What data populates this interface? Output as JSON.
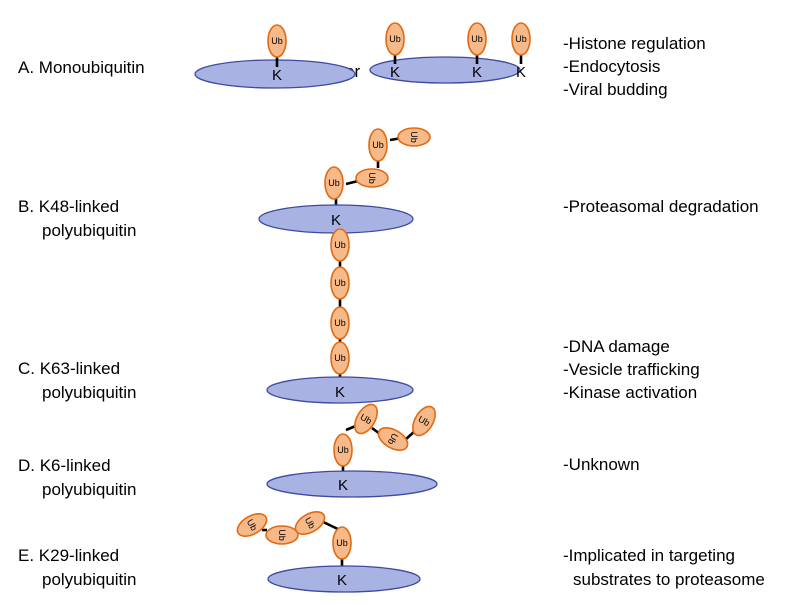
{
  "ub_label": "Ub",
  "k_label": "K",
  "or_label": "or",
  "sections": [
    {
      "id": "A",
      "title": "A. Monoubiquitin",
      "subtitle": "",
      "functions": [
        "-Histone regulation",
        "-Endocytosis",
        "-Viral budding"
      ]
    },
    {
      "id": "B",
      "title": "B. K48-linked",
      "subtitle": "polyubiquitin",
      "functions": [
        "-Proteasomal degradation"
      ]
    },
    {
      "id": "C",
      "title": "C. K63-linked",
      "subtitle": "polyubiquitin",
      "functions": [
        "-DNA damage",
        "-Vesicle trafficking",
        "-Kinase activation"
      ]
    },
    {
      "id": "D",
      "title": "D. K6-linked",
      "subtitle": "polyubiquitin",
      "functions": [
        "-Unknown"
      ]
    },
    {
      "id": "E",
      "title": "E. K29-linked",
      "subtitle": "polyubiquitin",
      "functions": [
        "-Implicated in targeting",
        "substrates to proteasome"
      ]
    }
  ],
  "colors": {
    "substrate_fill": "#a9b3e3",
    "substrate_stroke": "#3c4aa0",
    "ub_fill": "#f5b98a",
    "ub_stroke": "#e26a12",
    "link": "#000000"
  }
}
